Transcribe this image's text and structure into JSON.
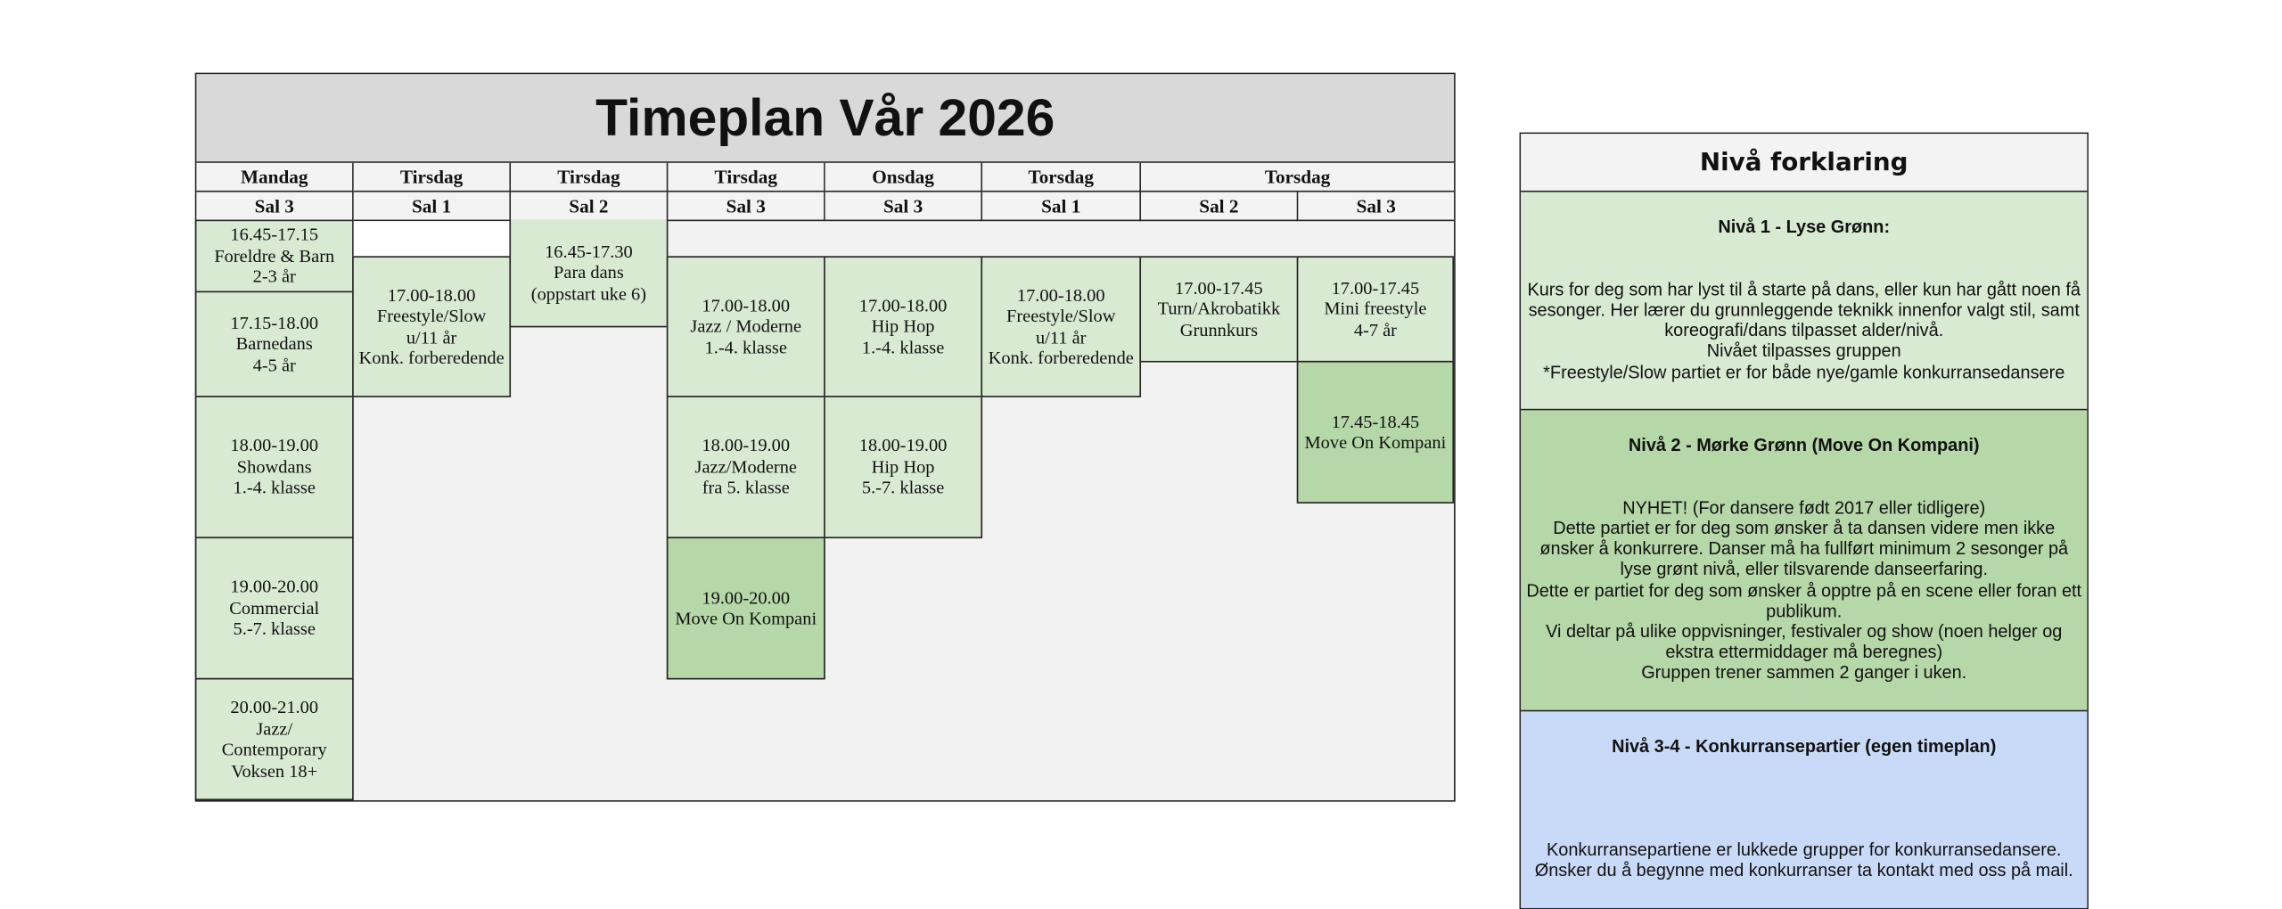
{
  "title": "Timeplan Vår 2026",
  "colors": {
    "light_green": "#d9ead3",
    "dark_green": "#b6d7a8",
    "blue": "#c9daf8",
    "header_gray": "#d9d9d9"
  },
  "columns": [
    {
      "day": "Mandag",
      "room": "Sal 3"
    },
    {
      "day": "Tirsdag",
      "room": "Sal 1"
    },
    {
      "day": "Tirsdag",
      "room": "Sal 2"
    },
    {
      "day": "Tirsdag",
      "room": "Sal 3"
    },
    {
      "day": "Onsdag",
      "room": "Sal 3"
    },
    {
      "day": "Torsdag",
      "room": "Sal 1"
    },
    {
      "day": "Torsdag",
      "room": "Sal 2"
    },
    {
      "day": "Torsdag",
      "room": "Sal 3"
    }
  ],
  "classes": {
    "mon_1": "16.45-17.15\nForeldre & Barn\n2-3 år",
    "mon_2": "17.15-18.00\nBarnedans\n4-5 år",
    "mon_3": "18.00-19.00\nShowdans\n1.-4. klasse",
    "mon_4": "19.00-20.00\nCommercial\n5.-7. klasse",
    "mon_5": "20.00-21.00\nJazz/\nContemporary\nVoksen 18+",
    "tue1_1": "17.00-18.00\nFreestyle/Slow\nu/11 år\nKonk. forberedende",
    "tue2_1": "16.45-17.30\nPara dans\n(oppstart uke 6)",
    "tue3_1": "17.00-18.00\nJazz / Moderne\n1.-4. klasse",
    "tue3_2": "18.00-19.00\nJazz/Moderne\nfra 5. klasse",
    "tue3_3": "19.00-20.00\nMove On Kompani",
    "wed_1": "17.00-18.00\nHip Hop\n1.-4. klasse",
    "wed_2": "18.00-19.00\nHip Hop\n5.-7. klasse",
    "thu1_1": "17.00-18.00\nFreestyle/Slow\nu/11 år\nKonk. forberedende",
    "thu2_1": "17.00-17.45\nTurn/Akrobatikk\nGrunnkurs",
    "thu3_1": "17.00-17.45\nMini freestyle\n4-7 år",
    "thu3_2": "17.45-18.45\nMove On Kompani"
  },
  "legend": {
    "title": "Nivå forklaring",
    "levels": [
      {
        "heading": "Nivå 1 - Lyse Grønn:",
        "text": "\nKurs for deg som har lyst til å starte på dans, eller kun har gått noen få sesonger. Her lærer du grunnleggende teknikk innenfor valgt stil, samt koreografi/dans tilpasset alder/nivå.\nNivået tilpasses gruppen\n*Freestyle/Slow partiet er for både nye/gamle konkurransedansere"
      },
      {
        "heading": "Nivå 2 - Mørke Grønn (Move On Kompani)",
        "text": "\nNYHET! (For dansere født 2017 eller tidligere)\nDette partiet er for deg som ønsker å ta dansen videre men ikke ønsker å konkurrere. Danser må ha fullført minimum 2 sesonger på lyse grønt nivå, eller tilsvarende danseerfaring.\nDette er partiet for deg som ønsker å opptre på en scene eller foran ett publikum.\nVi deltar på ulike oppvisninger, festivaler og show (noen helger og ekstra ettermiddager må beregnes)\nGruppen trener sammen 2 ganger i uken."
      },
      {
        "heading": "Nivå 3-4 - Konkurransepartier (egen timeplan)",
        "text": "\n\n\nKonkurransepartiene er lukkede grupper for konkurransedansere.\nØnsker du å begynne med konkurranser ta kontakt med oss på mail."
      }
    ]
  }
}
